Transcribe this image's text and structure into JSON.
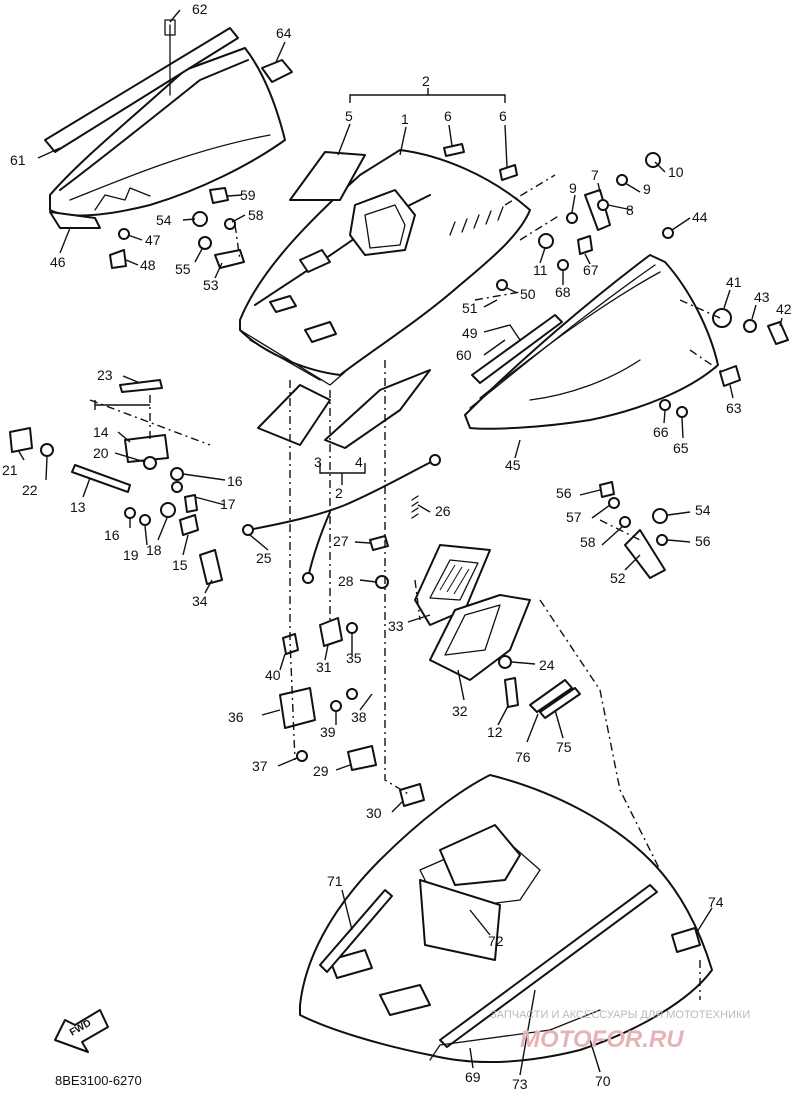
{
  "document_code": "8BE3100-6270",
  "fwd_label": "FWD",
  "watermark": {
    "tagline": "ЗАПЧАСТИ И АКСЕССУАРЫ ДЛЯ МОТОТЕХНИКИ",
    "brand": "MOTOFOR.RU"
  },
  "callouts": [
    {
      "id": "c62",
      "text": "62"
    },
    {
      "id": "c64",
      "text": "64"
    },
    {
      "id": "c2a",
      "text": "2"
    },
    {
      "id": "c5",
      "text": "5"
    },
    {
      "id": "c1",
      "text": "1"
    },
    {
      "id": "c6a",
      "text": "6"
    },
    {
      "id": "c6b",
      "text": "6"
    },
    {
      "id": "c61",
      "text": "61"
    },
    {
      "id": "c10",
      "text": "10"
    },
    {
      "id": "c7",
      "text": "7"
    },
    {
      "id": "c9a",
      "text": "9"
    },
    {
      "id": "c9b",
      "text": "9"
    },
    {
      "id": "c8",
      "text": "8"
    },
    {
      "id": "c59",
      "text": "59"
    },
    {
      "id": "c58a",
      "text": "58"
    },
    {
      "id": "c54a",
      "text": "54"
    },
    {
      "id": "c47",
      "text": "47"
    },
    {
      "id": "c46",
      "text": "46"
    },
    {
      "id": "c48",
      "text": "48"
    },
    {
      "id": "c55",
      "text": "55"
    },
    {
      "id": "c53",
      "text": "53"
    },
    {
      "id": "c44",
      "text": "44"
    },
    {
      "id": "c11",
      "text": "11"
    },
    {
      "id": "c67",
      "text": "67"
    },
    {
      "id": "c68",
      "text": "68"
    },
    {
      "id": "c50",
      "text": "50"
    },
    {
      "id": "c51",
      "text": "51"
    },
    {
      "id": "c41",
      "text": "41"
    },
    {
      "id": "c43",
      "text": "43"
    },
    {
      "id": "c42",
      "text": "42"
    },
    {
      "id": "c49",
      "text": "49"
    },
    {
      "id": "c60",
      "text": "60"
    },
    {
      "id": "c63",
      "text": "63"
    },
    {
      "id": "c23",
      "text": "23"
    },
    {
      "id": "c66",
      "text": "66"
    },
    {
      "id": "c65",
      "text": "65"
    },
    {
      "id": "c14",
      "text": "14"
    },
    {
      "id": "c20",
      "text": "20"
    },
    {
      "id": "c45",
      "text": "45"
    },
    {
      "id": "c21",
      "text": "21"
    },
    {
      "id": "c22",
      "text": "22"
    },
    {
      "id": "c16a",
      "text": "16"
    },
    {
      "id": "c3",
      "text": "3"
    },
    {
      "id": "c4",
      "text": "4"
    },
    {
      "id": "c2b",
      "text": "2"
    },
    {
      "id": "c17",
      "text": "17"
    },
    {
      "id": "c13",
      "text": "13"
    },
    {
      "id": "c56a",
      "text": "56"
    },
    {
      "id": "c57",
      "text": "57"
    },
    {
      "id": "c26",
      "text": "26"
    },
    {
      "id": "c54b",
      "text": "54"
    },
    {
      "id": "c16b",
      "text": "16"
    },
    {
      "id": "c19",
      "text": "19"
    },
    {
      "id": "c18",
      "text": "18"
    },
    {
      "id": "c15",
      "text": "15"
    },
    {
      "id": "c58b",
      "text": "58"
    },
    {
      "id": "c56b",
      "text": "56"
    },
    {
      "id": "c25",
      "text": "25"
    },
    {
      "id": "c27",
      "text": "27"
    },
    {
      "id": "c52",
      "text": "52"
    },
    {
      "id": "c34",
      "text": "34"
    },
    {
      "id": "c28",
      "text": "28"
    },
    {
      "id": "c33",
      "text": "33"
    },
    {
      "id": "c40",
      "text": "40"
    },
    {
      "id": "c31",
      "text": "31"
    },
    {
      "id": "c35",
      "text": "35"
    },
    {
      "id": "c24",
      "text": "24"
    },
    {
      "id": "c36",
      "text": "36"
    },
    {
      "id": "c39",
      "text": "39"
    },
    {
      "id": "c38",
      "text": "38"
    },
    {
      "id": "c32",
      "text": "32"
    },
    {
      "id": "c12",
      "text": "12"
    },
    {
      "id": "c76",
      "text": "76"
    },
    {
      "id": "c75",
      "text": "75"
    },
    {
      "id": "c37",
      "text": "37"
    },
    {
      "id": "c29",
      "text": "29"
    },
    {
      "id": "c30",
      "text": "30"
    },
    {
      "id": "c71",
      "text": "71"
    },
    {
      "id": "c74",
      "text": "74"
    },
    {
      "id": "c72",
      "text": "72"
    },
    {
      "id": "c69",
      "text": "69"
    },
    {
      "id": "c73",
      "text": "73"
    },
    {
      "id": "c70",
      "text": "70"
    }
  ]
}
